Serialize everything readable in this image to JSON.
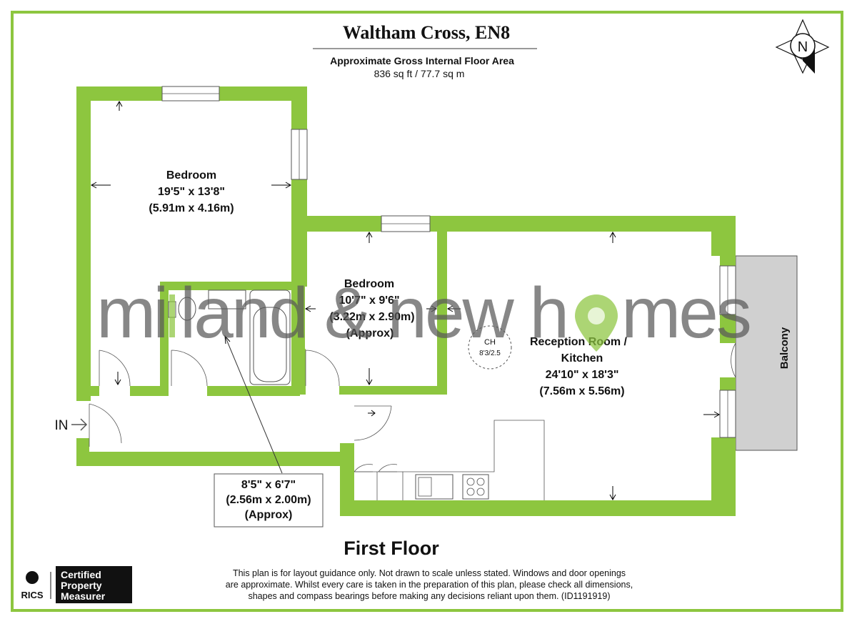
{
  "header": {
    "title": "Waltham Cross, EN8",
    "area_label": "Approximate Gross Internal Floor Area",
    "area_value": "836 sq ft / 77.7 sq m"
  },
  "compass": {
    "letter": "N"
  },
  "rooms": {
    "bedroom1": {
      "name": "Bedroom",
      "imperial": "19'5\" x 13'8\"",
      "metric": "(5.91m x 4.16m)"
    },
    "bedroom2": {
      "name": "Bedroom",
      "imperial": "10'7\" x 9'6\"",
      "metric": "(3.22m x 2.90m)",
      "note": "(Approx)"
    },
    "reception": {
      "name": "Reception Room /",
      "name2": "Kitchen",
      "imperial": "24'10\" x 18'3\"",
      "metric": "(7.56m x 5.56m)"
    },
    "bathroom": {
      "imperial": "8'5\" x 6'7\"",
      "metric": "(2.56m x 2.00m)",
      "note": "(Approx)"
    },
    "balcony": {
      "name": "Balcony"
    },
    "cupboard": {
      "label": "CH",
      "dims": "8'3/2.5"
    }
  },
  "entrance": {
    "label": "IN"
  },
  "floor_label": "First Floor",
  "watermark": {
    "text": "mi land & new homes",
    "color": "#8dc63f"
  },
  "badge": {
    "rics": "RICS",
    "line1": "Certified",
    "line2": "Property",
    "line3": "Measurer"
  },
  "disclaimer": {
    "line1": "This plan is for layout guidance only. Not drawn to scale unless stated. Windows and door openings",
    "line2": "are approximate. Whilst every care is taken in the preparation of this plan, please check all dimensions,",
    "line3": "shapes and compass bearings before making any decisions reliant upon them. (ID1191919)"
  },
  "colors": {
    "wall": "#8dc63f",
    "border": "#8dc63f",
    "balcony": "#d0d0d0",
    "watermark": "#5a5a5a"
  }
}
